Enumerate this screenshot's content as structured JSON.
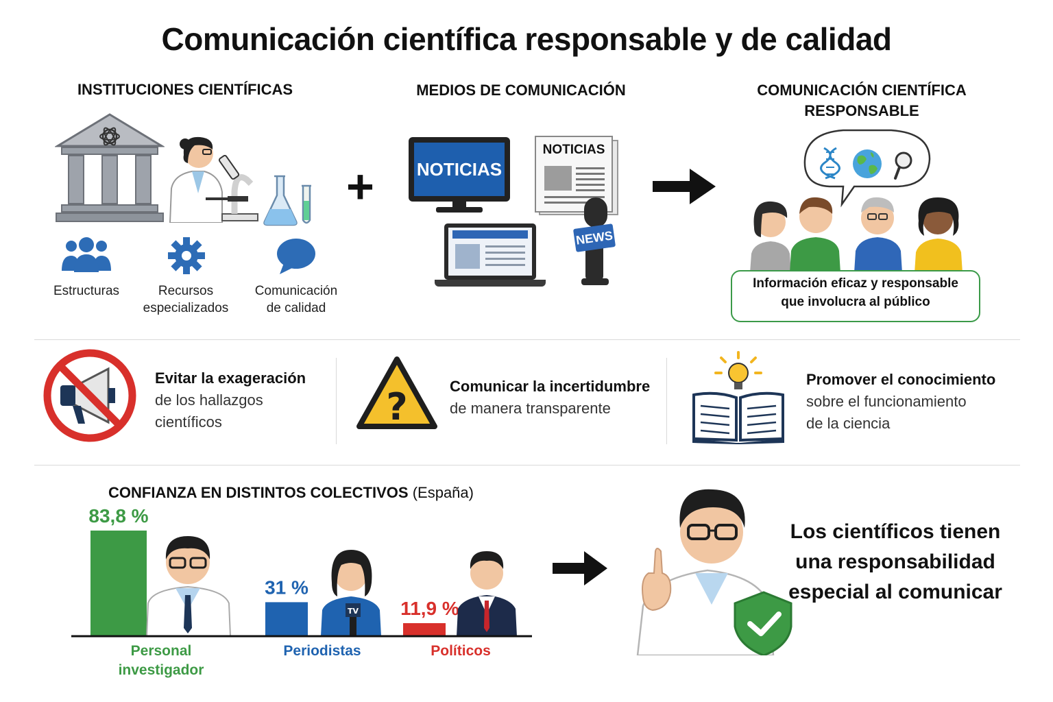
{
  "title": "Comunicación científica responsable y de calidad",
  "sections": {
    "institutions": {
      "heading": "INSTITUCIONES CIENTÍFICAS",
      "items": [
        {
          "label": "Estructuras",
          "icon": "people-group-icon"
        },
        {
          "label": "Recursos especializados",
          "icon": "gear-icon"
        },
        {
          "label": "Comunicación de calidad",
          "icon": "speech-bubble-icon"
        }
      ]
    },
    "plus_symbol": "+",
    "media": {
      "heading": "MEDIOS DE COMUNICACIÓN",
      "tv_label": "NOTICIAS",
      "newspaper_label": "NOTICIAS",
      "mic_label": "NEWS"
    },
    "responsible": {
      "heading_line1": "COMUNICACIÓN CIENTÍFICA",
      "heading_line2": "RESPONSABLE",
      "box_line1": "Información eficaz y responsable",
      "box_line2": "que involucra al público"
    }
  },
  "principles": [
    {
      "bold": "Evitar la exageración",
      "line2": "de los hallazgos",
      "line3": "científicos",
      "icon": "no-megaphone-icon"
    },
    {
      "bold": "Comunicar la incertidumbre",
      "line2": "de manera transparente",
      "line3": "",
      "icon": "warning-question-icon"
    },
    {
      "bold": "Promover el conocimiento",
      "line2": "sobre el funcionamiento",
      "line3": "de la ciencia",
      "icon": "book-lightbulb-icon"
    }
  ],
  "trust": {
    "heading_bold": "CONFIANZA EN DISTINTOS COLECTIVOS",
    "heading_suffix": "(España)"
  },
  "chart_data": {
    "type": "bar",
    "categories": [
      "Personal investigador",
      "Periodistas",
      "Políticos"
    ],
    "values": [
      83.8,
      31,
      11.9
    ],
    "value_labels": [
      "83,8 %",
      "31 %",
      "11,9 %"
    ],
    "label_lines": [
      [
        "Personal",
        "investigador"
      ],
      [
        "Periodistas"
      ],
      [
        "Políticos"
      ]
    ],
    "colors": [
      "#3d9a45",
      "#1f63b0",
      "#d8302b"
    ],
    "unit": "%",
    "ylim": [
      0,
      100
    ]
  },
  "conclusion": {
    "line1": "Los científicos tienen",
    "line2": "una responsabilidad",
    "line3": "especial al comunicar"
  },
  "colors": {
    "green": "#3d9a45",
    "blue": "#1f63b0",
    "red": "#d8302b",
    "dark_navy": "#1d3557"
  }
}
